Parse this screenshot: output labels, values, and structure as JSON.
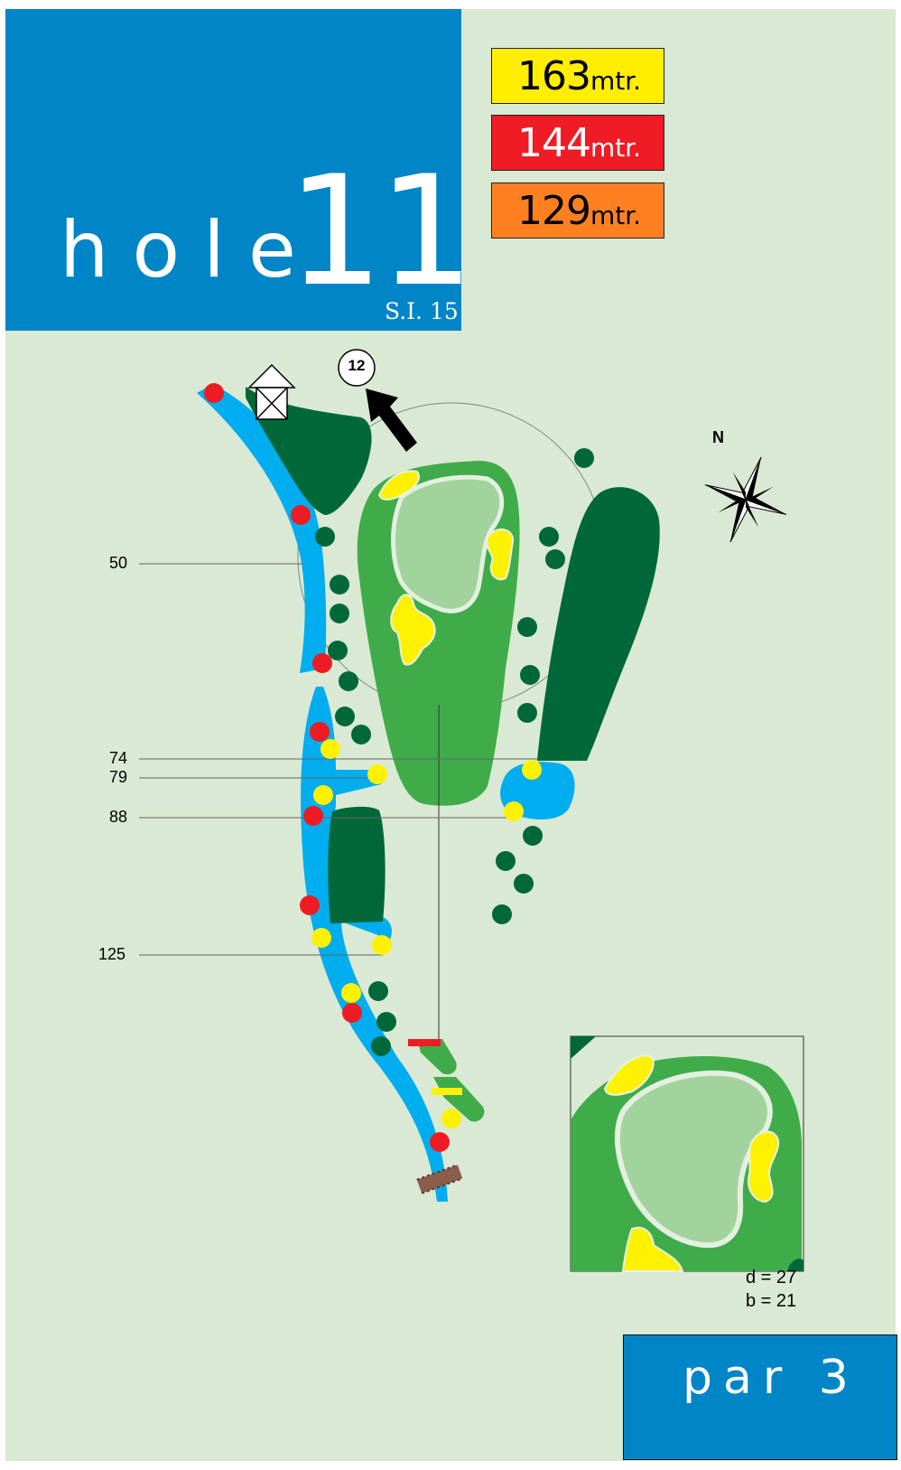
{
  "hole": {
    "label": "hole",
    "number": "11",
    "stroke_index": "S.I. 15",
    "par": "par 3"
  },
  "tees": [
    {
      "distance": "163",
      "unit": "mtr.",
      "color": "#ffee00"
    },
    {
      "distance": "144",
      "unit": "mtr.",
      "color": "#ef1c25"
    },
    {
      "distance": "129",
      "unit": "mtr.",
      "color": "#ff8021"
    }
  ],
  "yardage_markers": [
    "50",
    "74",
    "79",
    "88",
    "125"
  ],
  "green": {
    "depth": "d = 27",
    "breadth": "b = 21"
  },
  "next_hole": "12",
  "compass": "N",
  "colors": {
    "panel_blue": "#0085c7",
    "rough": "#d9e9d3",
    "fairway": "#3fac49",
    "green_surface": "#a3d39c",
    "trees": "#006838",
    "water": "#00adee",
    "bunker": "#fff200",
    "hazard_red": "#ed1c24",
    "bridge": "#8b5e4b"
  },
  "icons": [
    "shelter-icon",
    "compass-rose-icon",
    "direction-arrow-icon",
    "bridge-icon"
  ]
}
